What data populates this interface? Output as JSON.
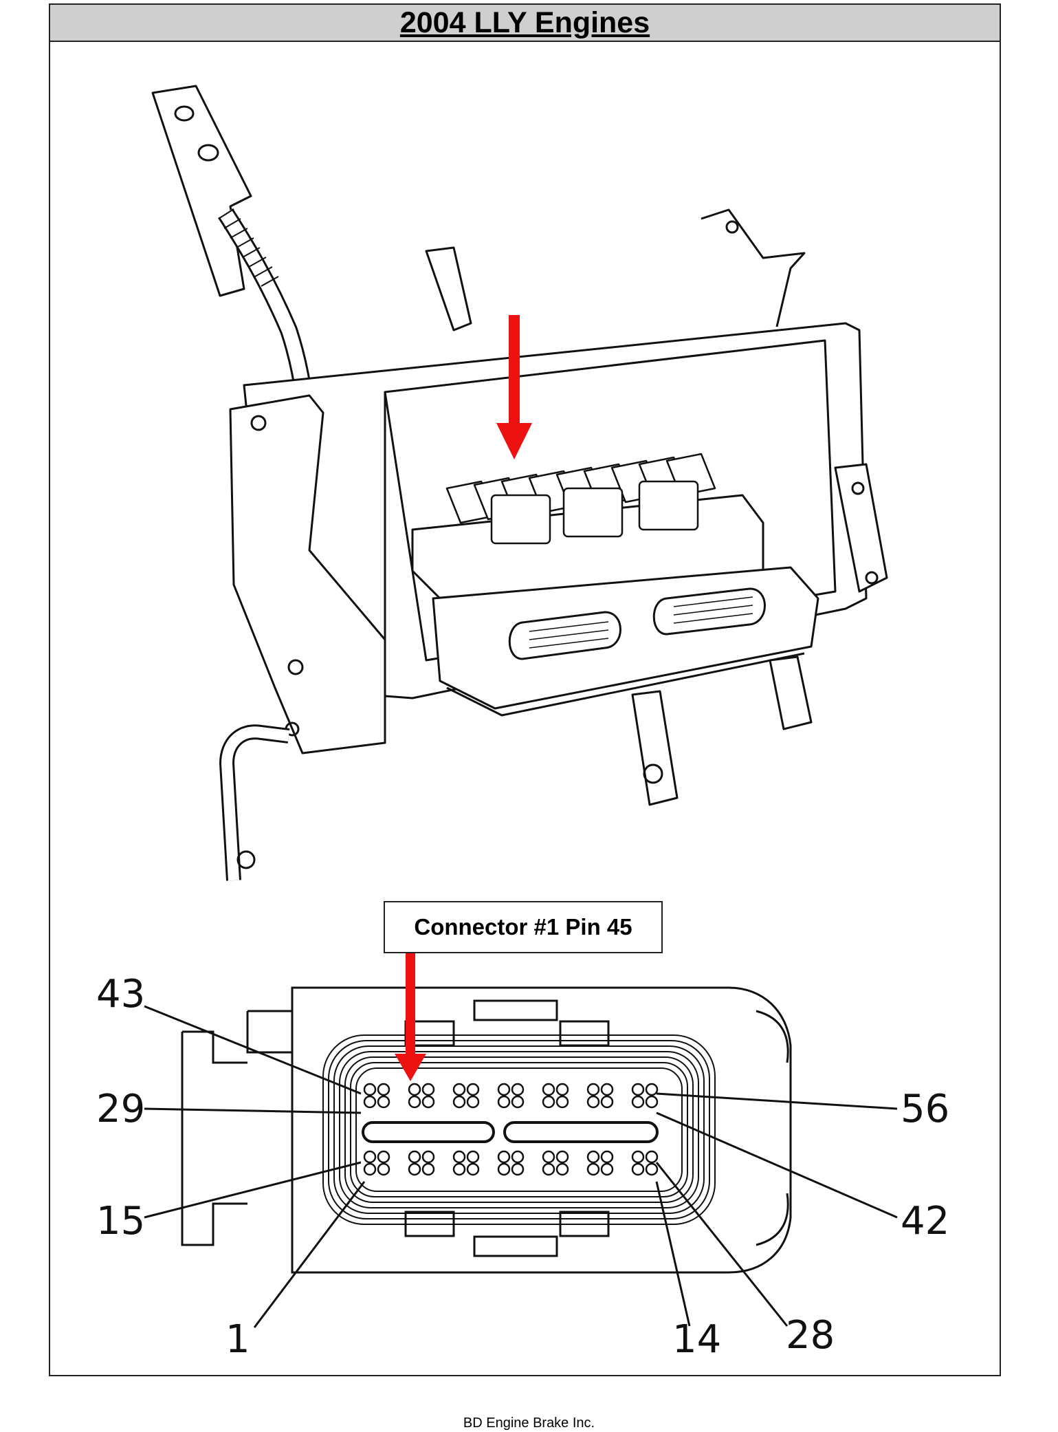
{
  "title": "2004 LLY Engines",
  "callout": "Connector #1 Pin 45",
  "pin_labels": {
    "p43": "43",
    "p29": "29",
    "p15": "15",
    "p1": "1",
    "p14": "14",
    "p28": "28",
    "p42": "42",
    "p56": "56"
  },
  "footer": "BD Engine Brake Inc.",
  "colors": {
    "arrow": "#ee1111",
    "title_bg": "#cfcfcf",
    "line": "#111111"
  }
}
